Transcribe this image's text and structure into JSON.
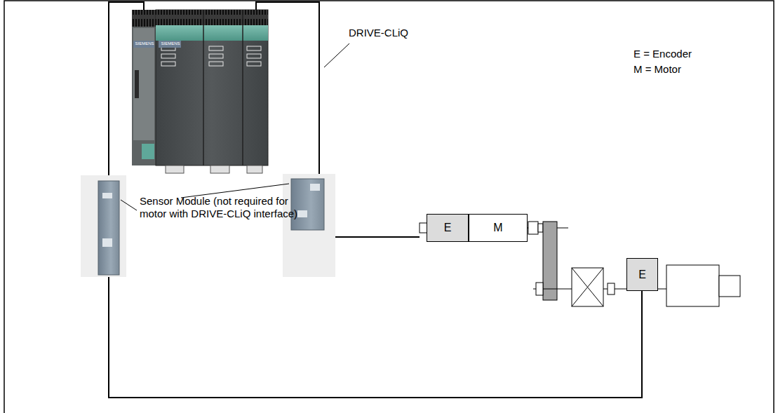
{
  "diagram": {
    "nodes": [
      {
        "text": [
          "E"
        ]
      },
      {
        "text": [
          "M"
        ]
      },
      {
        "text": [
          "E"
        ]
      }
    ],
    "labels": [
      "E = Encoder",
      "M = Motor",
      "DRIVE-CLiQ",
      "Sensor Module (not required for motor with DRIVE-CLiQ interface)",
      "SIEMENS",
      "SIEMENS"
    ]
  }
}
